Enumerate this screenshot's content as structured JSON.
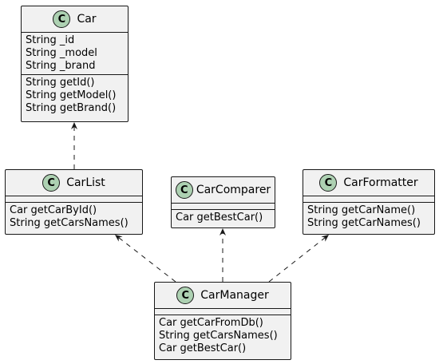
{
  "diagram": {
    "stereotype_glyph": "C",
    "classes": {
      "car": {
        "name": "Car",
        "fields": [
          "String _id",
          "String _model",
          "String _brand"
        ],
        "methods": [
          "String getId()",
          "String getModel()",
          "String getBrand()"
        ]
      },
      "carlist": {
        "name": "CarList",
        "fields": [],
        "methods": [
          "Car getCarById()",
          "String getCarsNames()"
        ]
      },
      "carcomparer": {
        "name": "CarComparer",
        "fields": [],
        "methods": [
          "Car getBestCar()"
        ]
      },
      "carformatter": {
        "name": "CarFormatter",
        "fields": [],
        "methods": [
          "String getCarName()",
          "String getCarNames()"
        ]
      },
      "carmanager": {
        "name": "CarManager",
        "fields": [],
        "methods": [
          "Car getCarFromDb()",
          "String getCarsNames()",
          "Car getBestCar()"
        ]
      }
    },
    "relations": [
      {
        "from": "carlist",
        "to": "car",
        "type": "dependency"
      },
      {
        "from": "carmanager",
        "to": "carlist",
        "type": "dependency"
      },
      {
        "from": "carmanager",
        "to": "carcomparer",
        "type": "dependency"
      },
      {
        "from": "carmanager",
        "to": "carformatter",
        "type": "dependency"
      }
    ],
    "colors": {
      "class_fill": "#f1f1f1",
      "border": "#181818",
      "badge_fill": "#add1b2"
    }
  }
}
